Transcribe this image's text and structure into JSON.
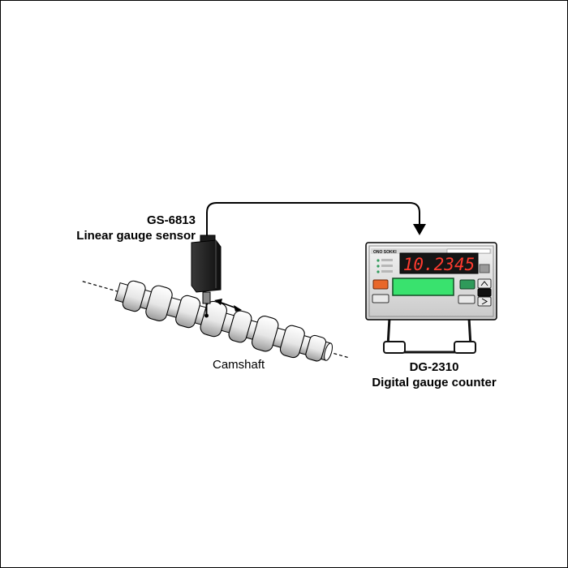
{
  "sensor": {
    "model": "GS-6813",
    "name": "Linear gauge sensor",
    "color": "#1c1c1c"
  },
  "camshaft": {
    "label": "Camshaft"
  },
  "counter": {
    "model": "DG-2310",
    "name": "Digital gauge counter",
    "brand": "ONO SOKKI",
    "readout": "10.2345",
    "readout_color": "#ff3b2f",
    "lcd_color": "#39e26e",
    "reset_color": "#e8672a",
    "menu_color": "#2f9a5a"
  },
  "icons": [
    "bidirectional-arrow-icon",
    "signal-cable-arrow-icon"
  ]
}
